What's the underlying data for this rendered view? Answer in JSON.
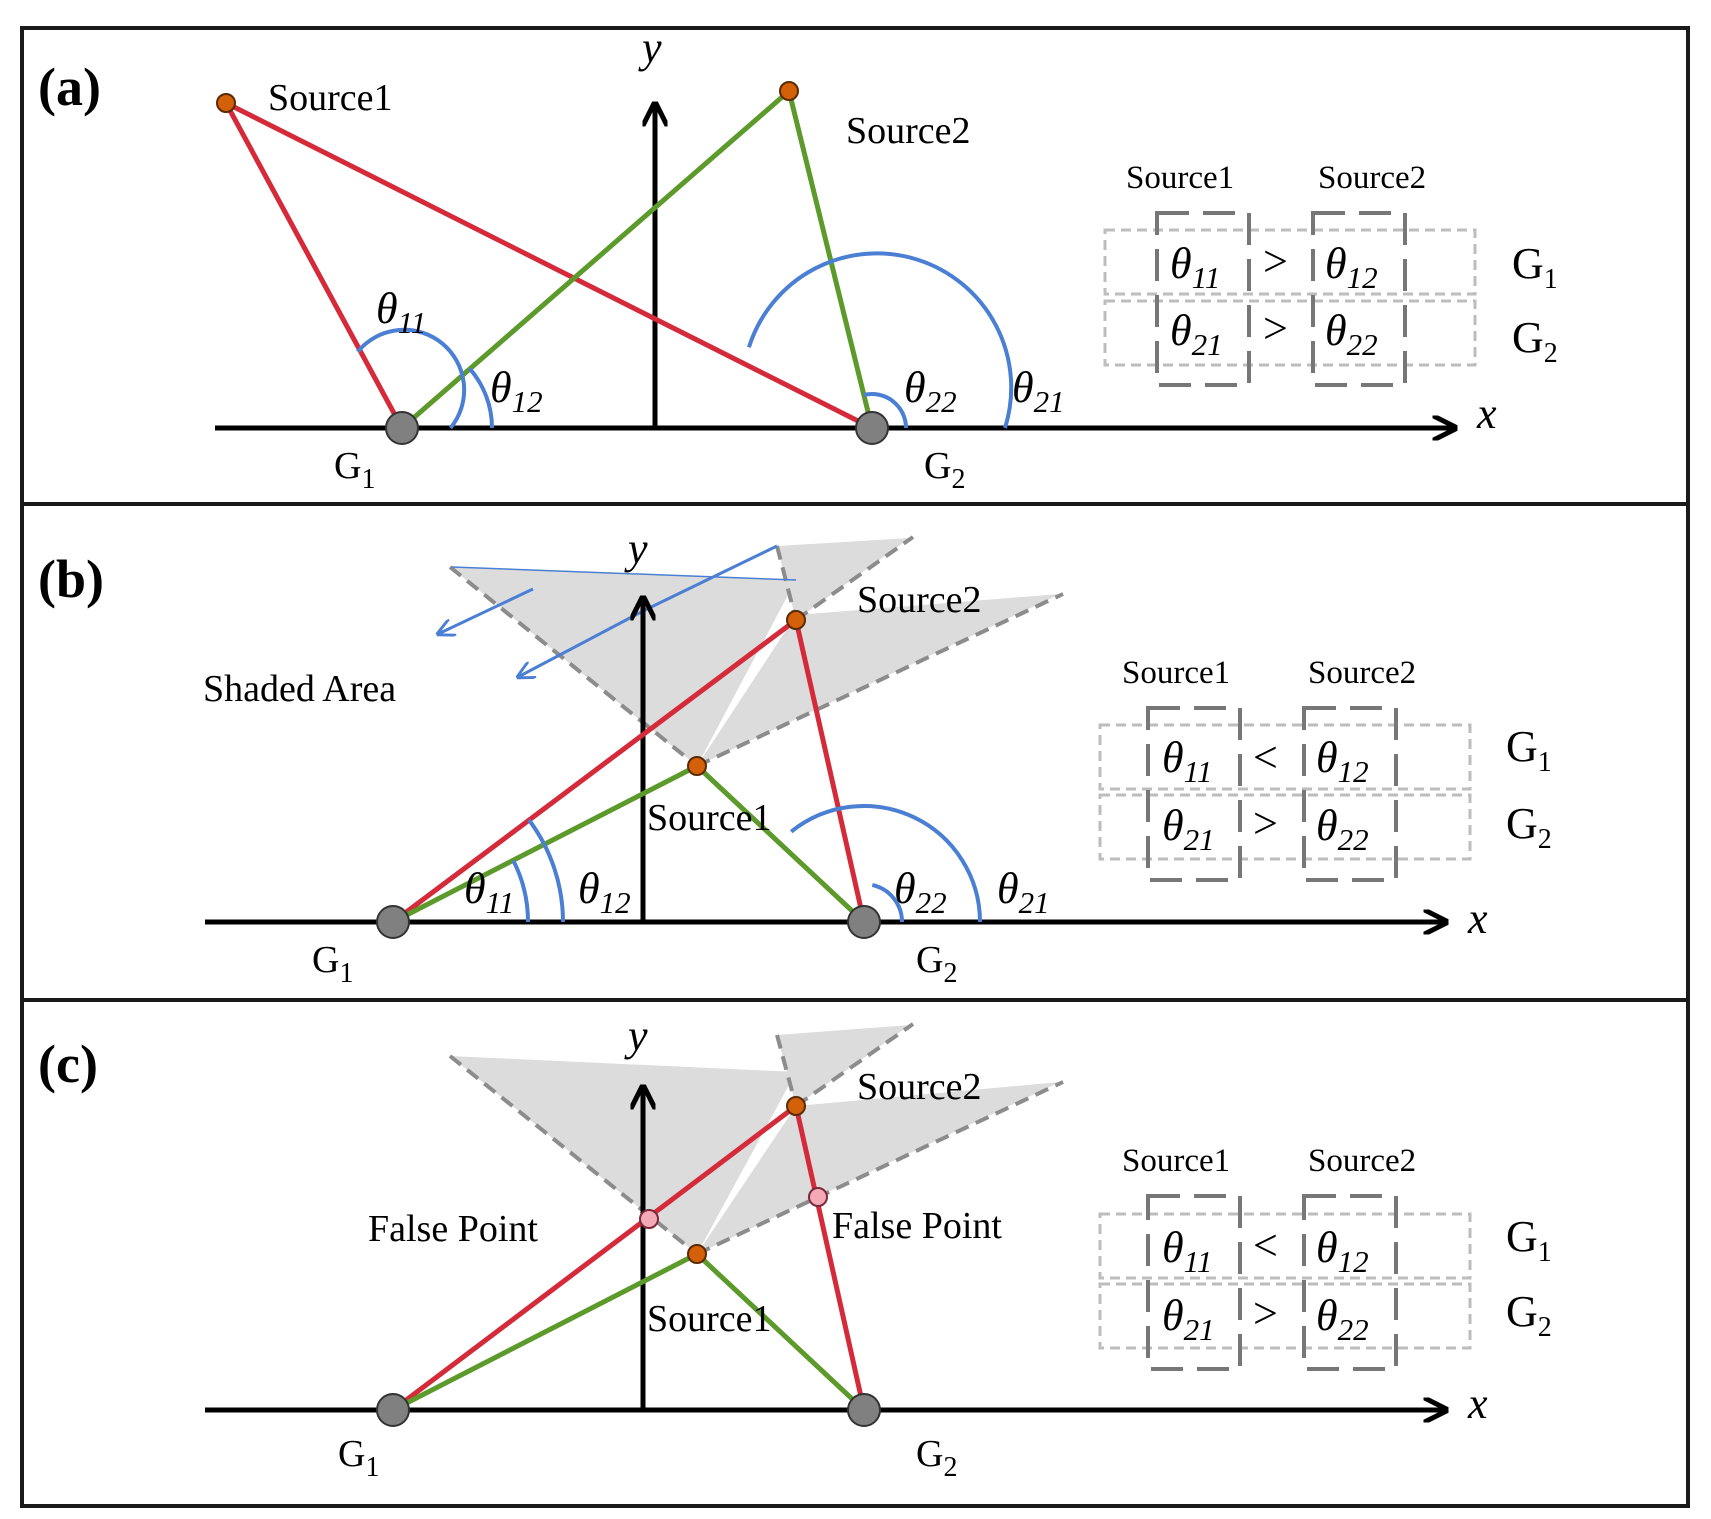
{
  "panels": [
    {
      "label": "(a)",
      "axis": {
        "x": "x",
        "y": "y"
      },
      "sensors": [
        {
          "letter": "G",
          "index": "1"
        },
        {
          "letter": "G",
          "index": "2"
        }
      ],
      "sources": [
        "Source1",
        "Source2"
      ],
      "angles": [
        {
          "symbol": "θ",
          "index": "11"
        },
        {
          "symbol": "θ",
          "index": "12"
        },
        {
          "symbol": "θ",
          "index": "22"
        },
        {
          "symbol": "θ",
          "index": "21"
        }
      ],
      "legend": {
        "col1": "Source1",
        "col2": "Source2",
        "rows": [
          {
            "left": "11",
            "op": ">",
            "right": "12",
            "letter": "G",
            "index": "1"
          },
          {
            "left": "21",
            "op": ">",
            "right": "22",
            "letter": "G",
            "index": "2"
          }
        ]
      }
    },
    {
      "label": "(b)",
      "axis": {
        "x": "x",
        "y": "y"
      },
      "sensors": [
        {
          "letter": "G",
          "index": "1"
        },
        {
          "letter": "G",
          "index": "2"
        }
      ],
      "sources": [
        "Source1",
        "Source2"
      ],
      "shaded_label": "Shaded Area",
      "angles": [
        {
          "symbol": "θ",
          "index": "11"
        },
        {
          "symbol": "θ",
          "index": "12"
        },
        {
          "symbol": "θ",
          "index": "22"
        },
        {
          "symbol": "θ",
          "index": "21"
        }
      ],
      "legend": {
        "col1": "Source1",
        "col2": "Source2",
        "rows": [
          {
            "left": "11",
            "op": "<",
            "right": "12",
            "letter": "G",
            "index": "1"
          },
          {
            "left": "21",
            "op": ">",
            "right": "22",
            "letter": "G",
            "index": "2"
          }
        ]
      }
    },
    {
      "label": "(c)",
      "axis": {
        "x": "x",
        "y": "y"
      },
      "sensors": [
        {
          "letter": "G",
          "index": "1"
        },
        {
          "letter": "G",
          "index": "2"
        }
      ],
      "sources": [
        "Source1",
        "Source2"
      ],
      "false_points": [
        "False Point",
        "False Point"
      ],
      "legend": {
        "col1": "Source1",
        "col2": "Source2",
        "rows": [
          {
            "left": "11",
            "op": "<",
            "right": "12",
            "letter": "G",
            "index": "1"
          },
          {
            "left": "21",
            "op": ">",
            "right": "22",
            "letter": "G",
            "index": "2"
          }
        ]
      }
    }
  ],
  "theta_symbol": "θ",
  "colors": {
    "red_line": "#d42a3a",
    "green_line": "#5c9a2c",
    "blue_arc": "#4a7fd4",
    "source_point": "#d4600a",
    "false_point": "#f4a9b6",
    "sensor": "#808080",
    "shaded": "#dcdcdc",
    "dashed": "#8c8c8c",
    "legend_box": "#bdbdbd"
  }
}
